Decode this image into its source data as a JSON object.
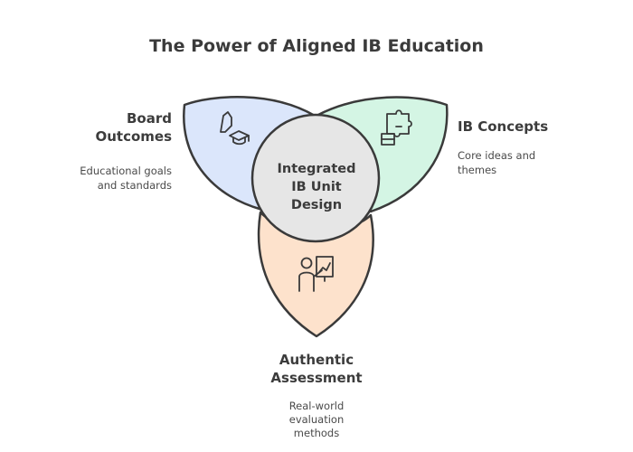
{
  "title": "The Power of Aligned IB Education",
  "center": {
    "label": "Integrated\nIB Unit\nDesign",
    "fill": "#e6e6e6"
  },
  "petals": {
    "board": {
      "heading": "Board\nOutcomes",
      "description": "Educational goals\nand standards",
      "fill": "#dbe6fb",
      "icon": "graduation-hat-icon"
    },
    "concepts": {
      "heading": "IB Concepts",
      "description": "Core ideas and\nthemes",
      "fill": "#d4f5e4",
      "icon": "puzzle-icon"
    },
    "assessment": {
      "heading": "Authentic\nAssessment",
      "description": "Real-world\nevaluation\nmethods",
      "fill": "#fde2cc",
      "icon": "presenter-chart-icon"
    }
  },
  "stroke": "#3a3a3a"
}
